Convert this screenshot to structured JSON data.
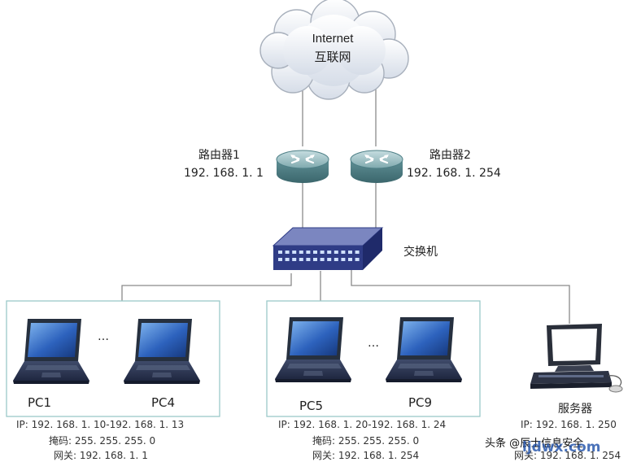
{
  "internet": {
    "title": "Internet",
    "subtitle": "互联网"
  },
  "router1": {
    "name": "路由器1",
    "ip": "192. 168. 1. 1"
  },
  "router2": {
    "name": "路由器2",
    "ip": "192. 168. 1. 254"
  },
  "switch": {
    "name": "交换机"
  },
  "group1": {
    "pc_left": "PC1",
    "pc_right": "PC4",
    "ellipsis": "…",
    "ip_line": "IP: 192. 168. 1. 10-192. 168. 1. 13",
    "mask_line": "掩码: 255. 255. 255. 0",
    "gateway_line": "网关: 192. 168. 1. 1"
  },
  "group2": {
    "pc_left": "PC5",
    "pc_right": "PC9",
    "ellipsis": "…",
    "ip_line": "IP: 192. 168. 1. 20-192. 168. 1. 24",
    "mask_line": "掩码: 255. 255. 255. 0",
    "gateway_line": "网关: 192. 168. 1. 254"
  },
  "server": {
    "name": "服务器",
    "ip_line": "IP: 192. 168. 1. 250",
    "gateway_line": "网关: 192. 168. 1. 254"
  },
  "watermark": {
    "text": "头条 @辰士信息安全",
    "url": "ljdwx.com"
  },
  "colors": {
    "link_line": "#8a8a8a",
    "group_border": "#9cc9c9",
    "router_body": "#4d7f86",
    "switch_body": "#2f3c86",
    "laptop_screen": "#2b5fb4"
  }
}
